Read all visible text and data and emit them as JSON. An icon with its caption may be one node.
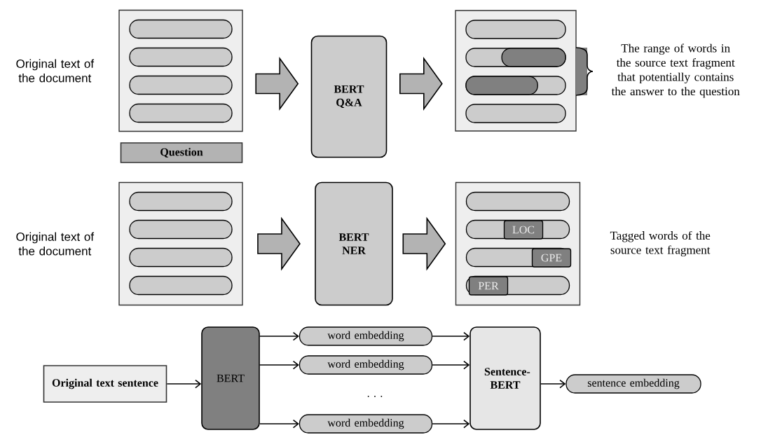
{
  "diagram": {
    "nodes": [
      {
        "text": [],
        "shape": "box",
        "beside": [
          "Original text of the document"
        ]
      },
      {
        "text": [
          "Question"
        ]
      },
      {
        "text": [
          "BERT Q&A"
        ]
      },
      {
        "text": [],
        "shape": "box",
        "beside": [
          "The range of words in the source text fragment that potentially contains the answer to the question"
        ]
      },
      {
        "text": [],
        "shape": "box",
        "beside": [
          "Original text of the document"
        ]
      },
      {
        "text": [
          "BERT NER"
        ]
      },
      {
        "text": [],
        "shape": "box",
        "beside": [
          "Tagged words of the source text fragment"
        ]
      },
      {
        "text": [
          "LOC"
        ],
        "in": 6
      },
      {
        "text": [
          "GPE"
        ],
        "in": 6
      },
      {
        "text": [
          "PER"
        ],
        "in": 6
      },
      {
        "text": [
          "Original text sentence"
        ]
      },
      {
        "text": [
          "BERT"
        ]
      },
      {
        "text": [
          "word embedding"
        ]
      },
      {
        "text": [
          "word embedding"
        ]
      },
      {
        "text": [
          "word embedding"
        ]
      },
      {
        "text": [
          "Sentence-BERT"
        ]
      },
      {
        "text": [
          "sentence embedding"
        ]
      }
    ],
    "edges": [
      {
        "from": 0,
        "to": 2,
        "arrow": "to",
        "style": "thick"
      },
      {
        "from": 2,
        "to": 3,
        "arrow": "to",
        "style": "thick"
      },
      {
        "from": 4,
        "to": 5,
        "arrow": "to",
        "style": "thick"
      },
      {
        "from": 5,
        "to": 6,
        "arrow": "to",
        "style": "thick"
      },
      {
        "from": 10,
        "to": 11,
        "arrow": "to"
      },
      {
        "from": 11,
        "to": 12,
        "arrow": "to"
      },
      {
        "from": 11,
        "to": 13,
        "arrow": "to"
      },
      {
        "from": 11,
        "to": 14,
        "arrow": "to"
      },
      {
        "from": 12,
        "to": 15,
        "arrow": "to"
      },
      {
        "from": 13,
        "to": 15,
        "arrow": "to"
      },
      {
        "from": 14,
        "to": 15,
        "arrow": "to"
      },
      {
        "from": 15,
        "to": 16,
        "arrow": "to"
      }
    ],
    "labels": [
      "· · ·"
    ]
  }
}
